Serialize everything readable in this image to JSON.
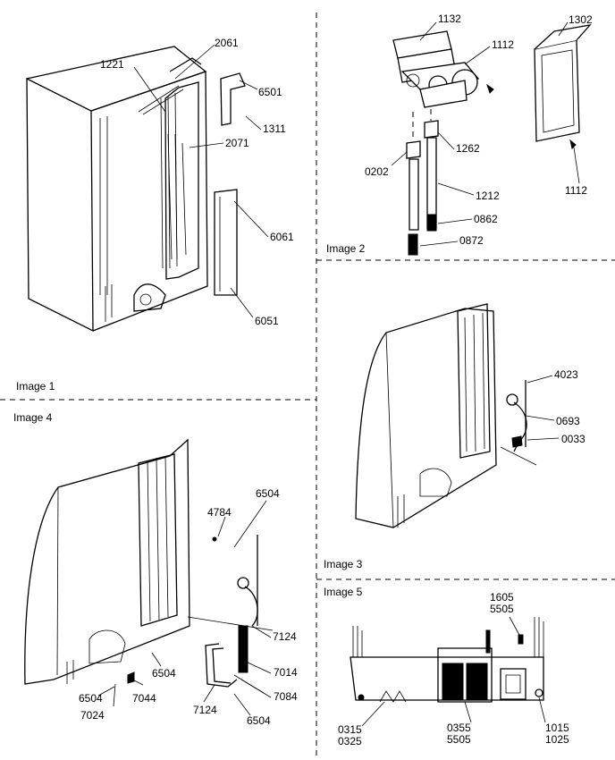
{
  "panels": [
    {
      "id": "image-1",
      "title": "Image 1"
    },
    {
      "id": "image-2",
      "title": "Image 2"
    },
    {
      "id": "image-3",
      "title": "Image 3"
    },
    {
      "id": "image-4",
      "title": "Image 4"
    },
    {
      "id": "image-5",
      "title": "Image 5"
    }
  ],
  "callouts": {
    "p1": [
      "2061",
      "1221",
      "6501",
      "1311",
      "2071",
      "6061",
      "6051"
    ],
    "p2": [
      "1132",
      "1112",
      "1302",
      "1262",
      "0202",
      "1212",
      "0862",
      "0872",
      "1112"
    ],
    "p3": [
      "4023",
      "0693",
      "0033"
    ],
    "p4": [
      "6504",
      "4784",
      "7124",
      "6504",
      "7014",
      "6504",
      "7044",
      "7024",
      "7084",
      "7124",
      "6504"
    ],
    "p5": [
      "1605\n5505",
      "0315\n0325",
      "0355\n5505",
      "1015\n1025"
    ]
  }
}
